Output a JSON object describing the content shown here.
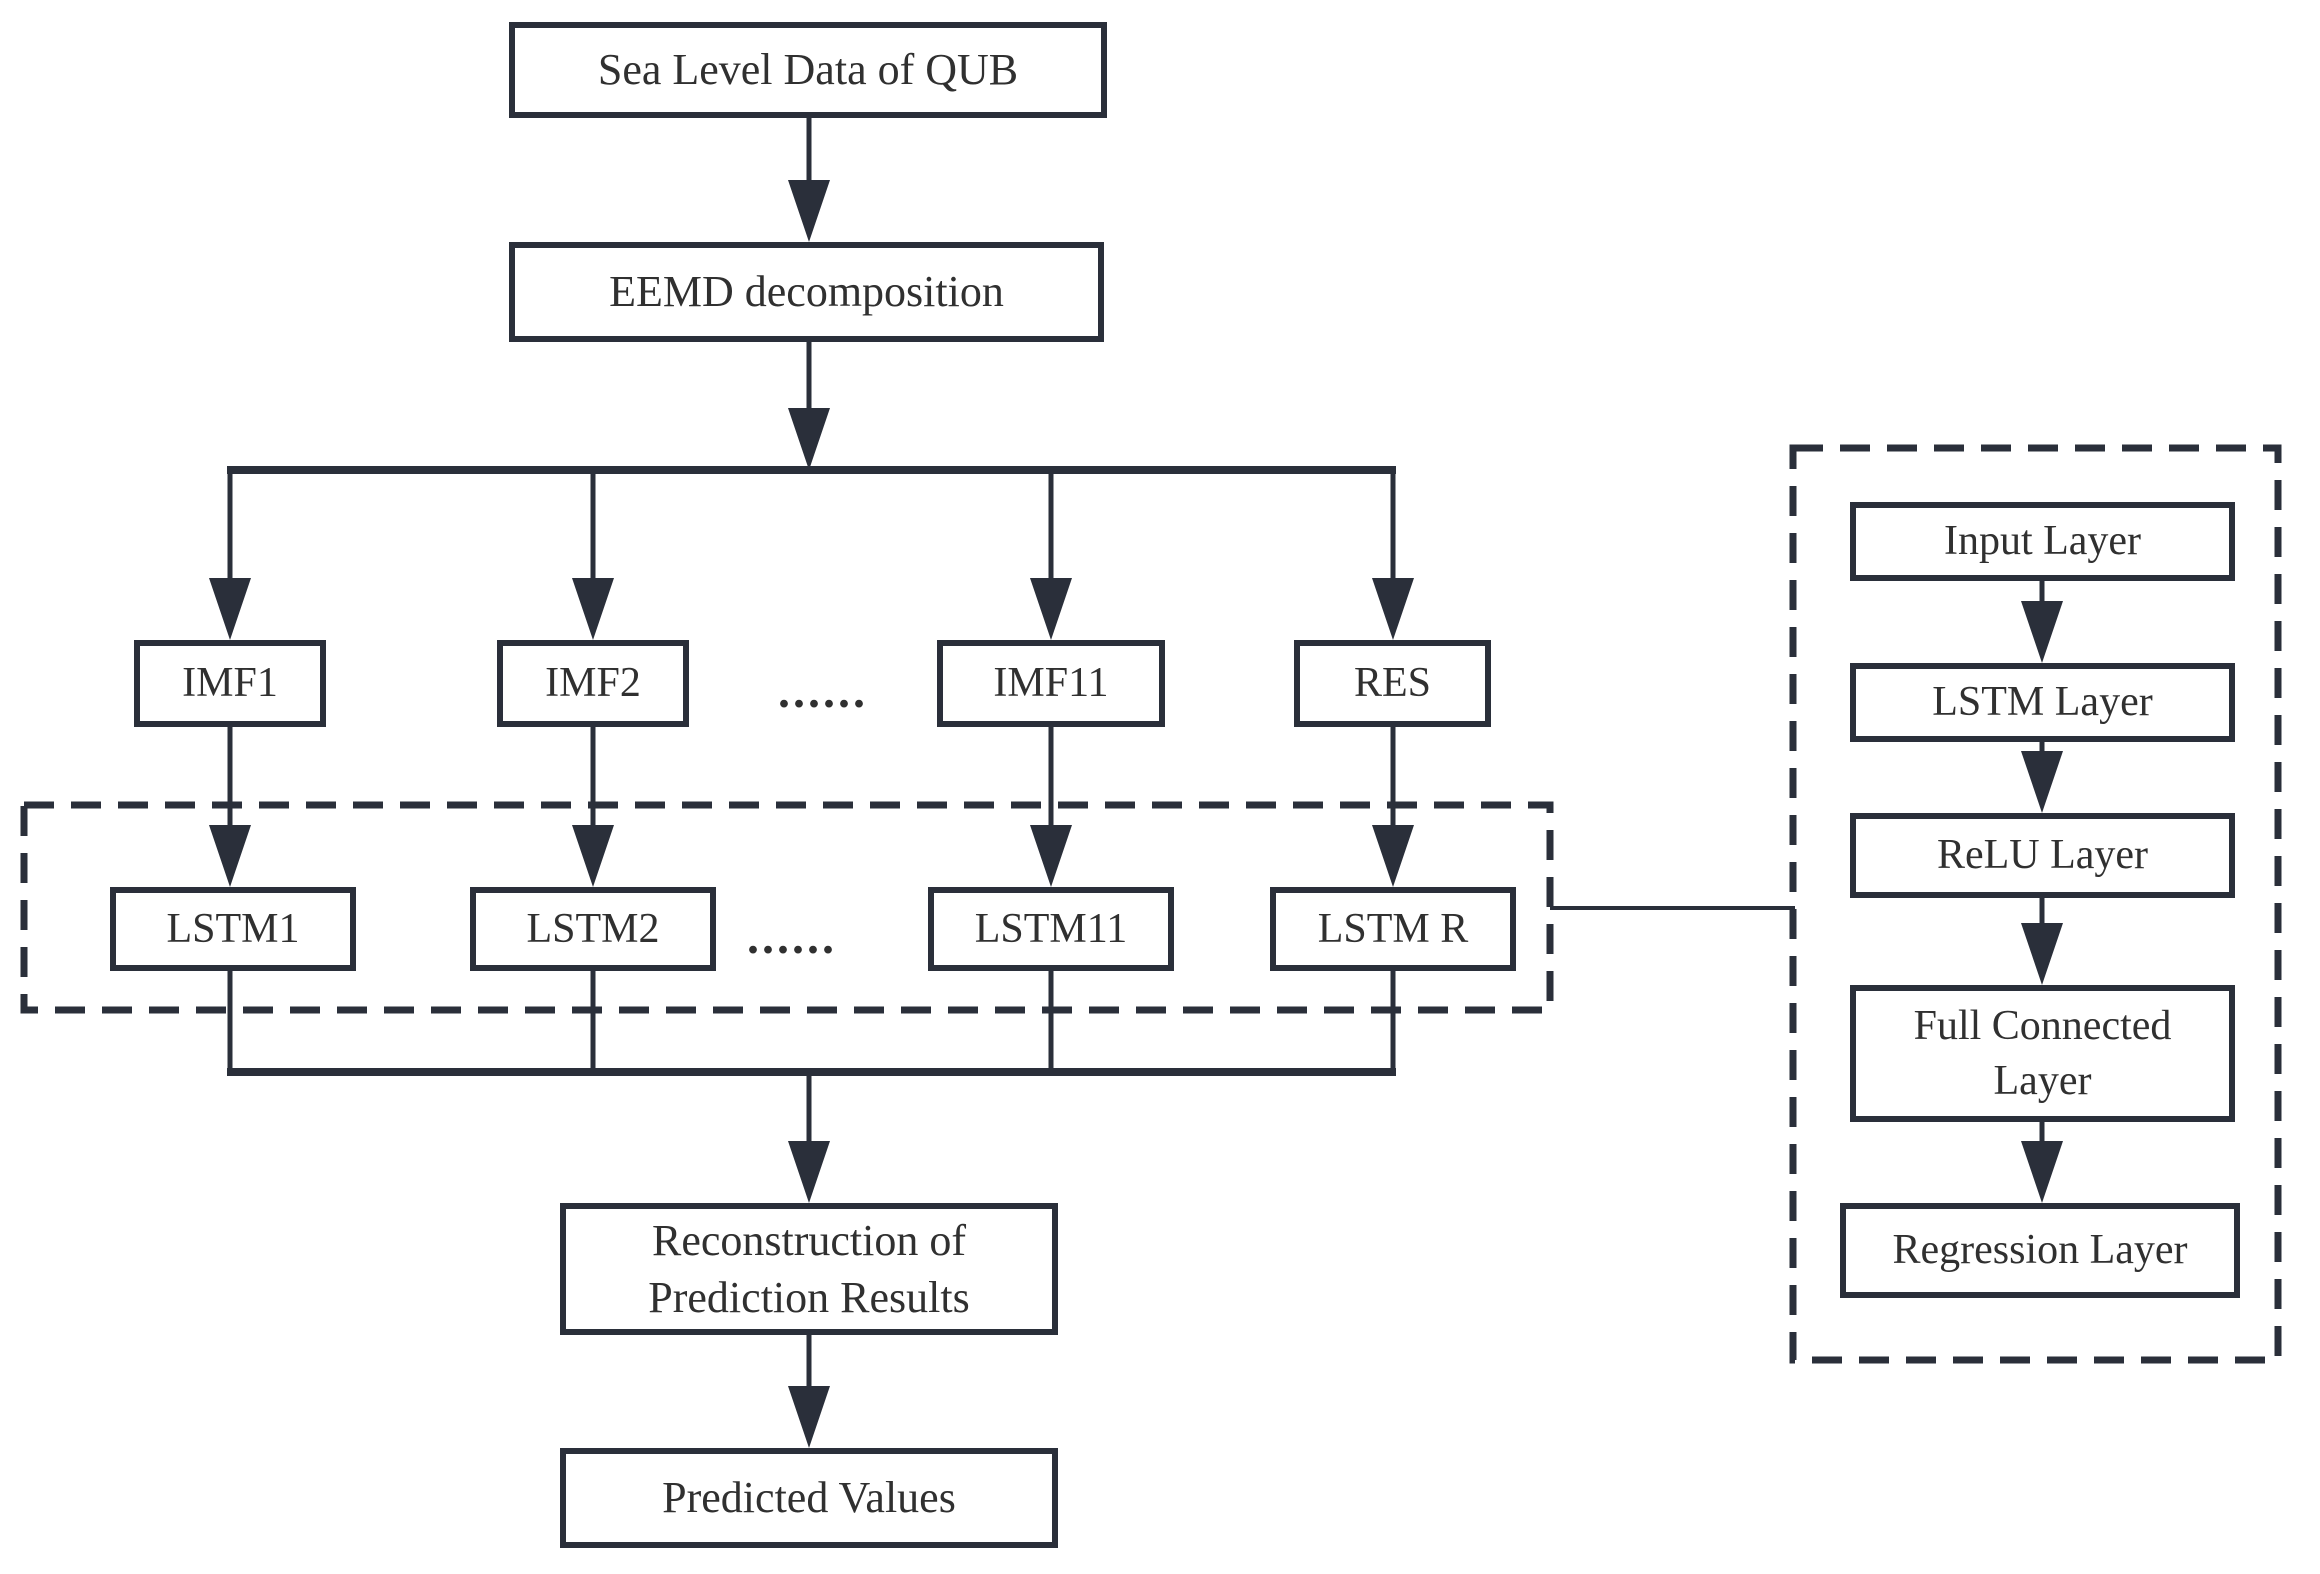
{
  "colors": {
    "line": "#2a2f3a",
    "text": "#303030",
    "background": "#ffffff"
  },
  "flow": {
    "source_label": "Sea Level Data of QUB",
    "decomposition_label": "EEMD decomposition",
    "imf_row": {
      "items": [
        "IMF1",
        "IMF2",
        "IMF11",
        "RES"
      ],
      "ellipsis": "......"
    },
    "lstm_row": {
      "items": [
        "LSTM1",
        "LSTM2",
        "LSTM11",
        "LSTM R"
      ],
      "ellipsis": "......"
    },
    "reconstruction_label": "Reconstruction of Prediction Results",
    "predicted_label": "Predicted Values"
  },
  "lstm_architecture": {
    "layers": [
      "Input Layer",
      "LSTM Layer",
      "ReLU Layer",
      "Full Connected Layer",
      "Regression Layer"
    ]
  }
}
